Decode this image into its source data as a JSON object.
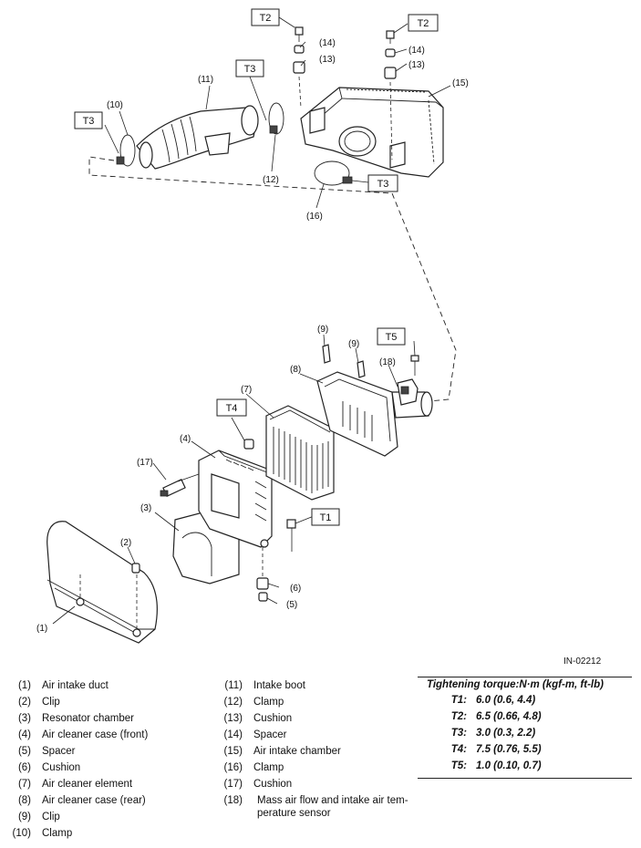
{
  "diagram_id": "IN-02212",
  "callouts": {
    "c1": "(1)",
    "c2": "(2)",
    "c3": "(3)",
    "c4": "(4)",
    "c5": "(5)",
    "c6": "(6)",
    "c7": "(7)",
    "c8": "(8)",
    "c9a": "(9)",
    "c9b": "(9)",
    "c10": "(10)",
    "c11": "(11)",
    "c12": "(12)",
    "c13a": "(13)",
    "c13b": "(13)",
    "c14a": "(14)",
    "c14b": "(14)",
    "c15": "(15)",
    "c16": "(16)",
    "c17": "(17)",
    "c18": "(18)"
  },
  "torque_tags": {
    "t1": "T1",
    "t2a": "T2",
    "t2b": "T2",
    "t3a": "T3",
    "t3b": "T3",
    "t3c": "T3",
    "t4": "T4",
    "t5": "T5"
  },
  "legend_left": [
    {
      "num": "(1)",
      "name": "Air intake duct"
    },
    {
      "num": "(2)",
      "name": "Clip"
    },
    {
      "num": "(3)",
      "name": "Resonator chamber"
    },
    {
      "num": "(4)",
      "name": "Air cleaner case (front)"
    },
    {
      "num": "(5)",
      "name": "Spacer"
    },
    {
      "num": "(6)",
      "name": "Cushion"
    },
    {
      "num": "(7)",
      "name": "Air cleaner element"
    },
    {
      "num": "(8)",
      "name": "Air cleaner case (rear)"
    },
    {
      "num": "(9)",
      "name": "Clip"
    },
    {
      "num": "(10)",
      "name": "Clamp"
    }
  ],
  "legend_mid": [
    {
      "num": "(11)",
      "name": "Intake boot"
    },
    {
      "num": "(12)",
      "name": "Clamp"
    },
    {
      "num": "(13)",
      "name": "Cushion"
    },
    {
      "num": "(14)",
      "name": "Spacer"
    },
    {
      "num": "(15)",
      "name": "Air intake chamber"
    },
    {
      "num": "(16)",
      "name": "Clamp"
    },
    {
      "num": "(17)",
      "name": "Cushion"
    },
    {
      "num": "(18)",
      "name": "Mass air flow and intake air tem-perature sensor"
    }
  ],
  "torque": {
    "heading": "Tightening torque:N·m (kgf-m, ft-lb)",
    "rows": [
      {
        "key": "T1:",
        "value": "6.0 (0.6, 4.4)"
      },
      {
        "key": "T2:",
        "value": "6.5 (0.66, 4.8)"
      },
      {
        "key": "T3:",
        "value": "3.0 (0.3, 2.2)"
      },
      {
        "key": "T4:",
        "value": "7.5 (0.76, 5.5)"
      },
      {
        "key": "T5:",
        "value": "1.0 (0.10, 0.7)"
      }
    ]
  }
}
